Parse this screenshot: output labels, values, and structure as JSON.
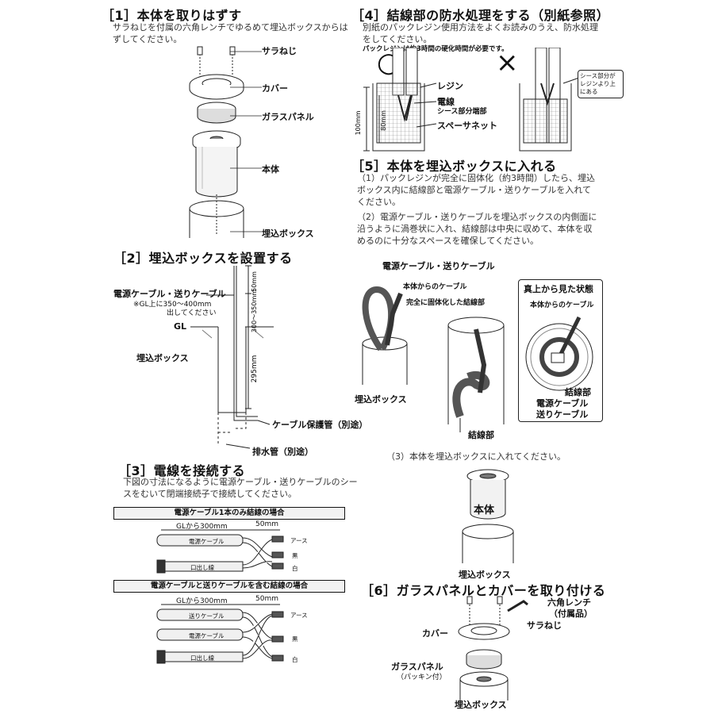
{
  "s1": {
    "title": "［1］本体を取りはずす",
    "desc": "サラねじを付属の六角レンチでゆるめて埋込ボックスからはずしてください。",
    "labels": {
      "screw": "サラねじ",
      "cover": "カバー",
      "glass": "ガラスパネル",
      "body": "本体",
      "box": "埋込ボックス"
    }
  },
  "s2": {
    "title": "［2］埋込ボックスを設置する",
    "cable": "電源ケーブル・送りケーブル",
    "cable_note1": "※GL上に350〜400mm",
    "cable_note2": "出してください",
    "gl": "GL",
    "box": "埋込ボックス",
    "dim_50": "50mm",
    "dim_300": "300〜350mm",
    "dim_295": "295mm",
    "pipe": "ケーブル保護管（別途）",
    "drain": "排水管（別途）"
  },
  "s3": {
    "title": "［3］電線を接続する",
    "desc": "下図の寸法になるように電源ケーブル・送りケーブルのシースをむいて閉端接続子で接続してください。",
    "case1": "電源ケーブル1本のみ結線の場合",
    "case2": "電源ケーブルと送りケーブルを含む結線の場合",
    "from_gl": "GLから300mm",
    "dim_50": "50mm",
    "power": "電源ケーブル",
    "send": "送りケーブル",
    "lead": "口出し線",
    "earth": "アース",
    "black": "黒",
    "white": "白"
  },
  "s4": {
    "title": "［4］結線部の防水処理をする（別紙参照）",
    "desc": "別紙のパックレジン使用方法をよくお読みのうえ、防水処理をしてください。",
    "note": "パックレジンは約3時間の硬化時間が必要です。",
    "ok": "○",
    "ng": "×",
    "resin": "レジン",
    "wire": "電線",
    "sheath_end": "シース部分端部",
    "spacer": "スペーサネット",
    "ng_note": "シース部分がレジンより上にある",
    "dim_100": "100mm",
    "dim_80": "80mm"
  },
  "s5": {
    "title": "［5］本体を埋込ボックスに入れる",
    "step1": "（1）パックレジンが完全に固体化（約3時間）したら、埋込ボックス内に結線部と電源ケーブル・送りケーブルを入れてください。",
    "step2": "（2）電源ケーブル・送りケーブルを埋込ボックスの内側面に沿うように渦巻状に入れ、結線部は中央に収めて、本体を収めるのに十分なスペースを確保してください。",
    "cable": "電源ケーブル・送りケーブル",
    "body_cable": "本体からのケーブル",
    "solid": "完全に固体化した結線部",
    "box": "埋込ボックス",
    "top_view": "真上から見た状態",
    "tv_body_cable": "本体からのケーブル",
    "tv_junction": "結線部",
    "tv_power": "電源ケーブル",
    "tv_send": "送りケーブル",
    "junction": "結線部",
    "step3": "（3）本体を埋込ボックスに入れてください。",
    "body": "本体",
    "box2": "埋込ボックス"
  },
  "s6": {
    "title": "［6］ガラスパネルとカバーを取り付ける",
    "wrench": "六角レンチ",
    "wrench_note": "（付属品）",
    "screw": "サラねじ",
    "cover": "カバー",
    "glass": "ガラスパネル",
    "packing": "（パッキン付）",
    "box": "埋込ボックス"
  }
}
